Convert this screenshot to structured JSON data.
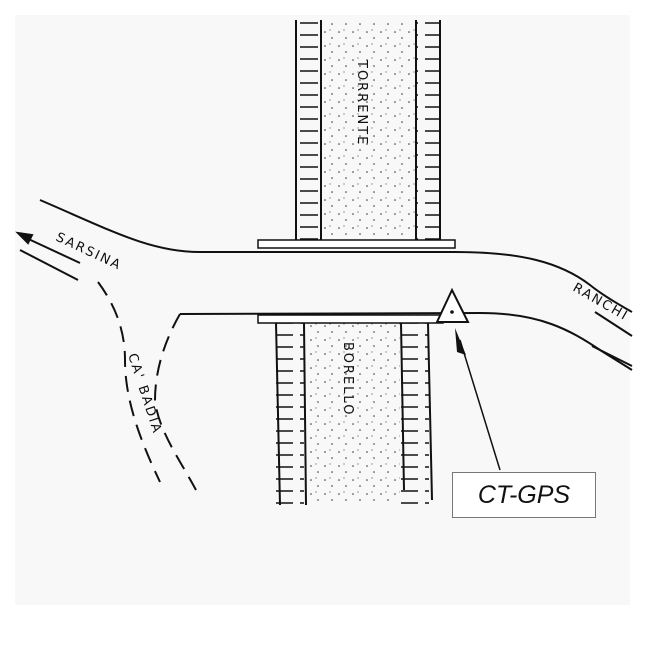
{
  "labels": {
    "river_upper": "TORRENTE",
    "river_lower": "BORELLO",
    "road_west": "SARSINA",
    "road_east": "RANCHI",
    "road_south": "CA' BADIA",
    "station": "CT-GPS"
  },
  "colors": {
    "ink": "#111111",
    "paper": "#f8f8f8"
  }
}
